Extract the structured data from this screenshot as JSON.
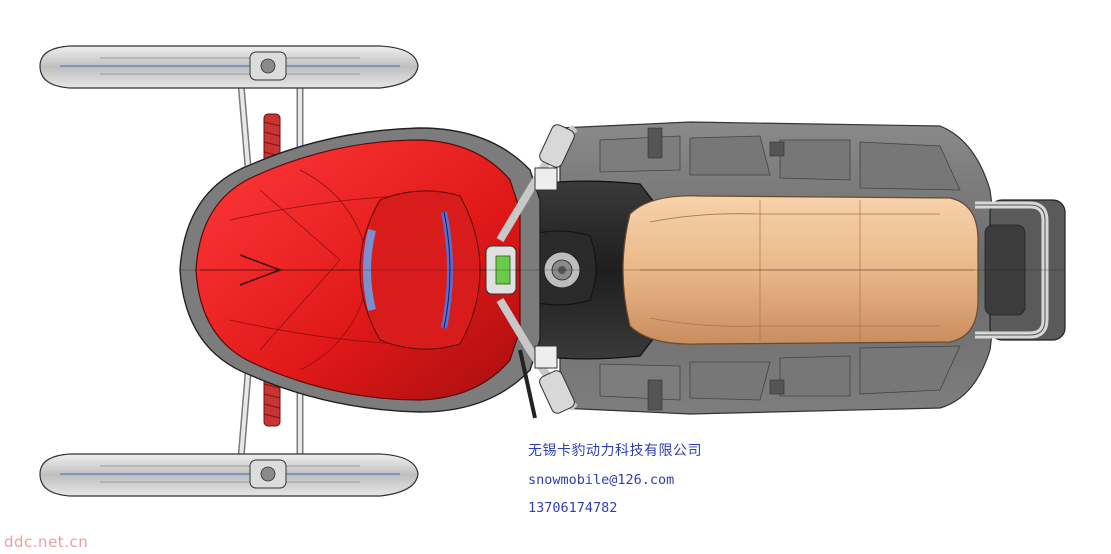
{
  "caption": {
    "company": "无锡卡豹动力科技有限公司",
    "email": "snowmobile@126.com",
    "phone": "13706174782"
  },
  "watermark": "ddc.net.cn",
  "colors": {
    "hood_red": "#e01818",
    "seat_tan": "#e9b98a",
    "body_grey": "#6a6a6a",
    "text_blue": "#2f3fb0",
    "watermark_pink": "#e8a0a0"
  },
  "icons": {
    "vehicle": "snowmobile-top-view-icon",
    "ski": "ski-icon",
    "shock": "shock-absorber-icon"
  }
}
